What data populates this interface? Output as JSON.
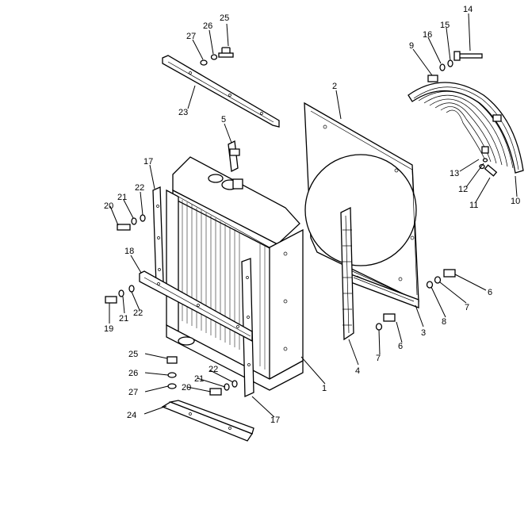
{
  "diagram": {
    "callouts": [
      {
        "id": "c1",
        "text": "1"
      },
      {
        "id": "c2",
        "text": "2"
      },
      {
        "id": "c3",
        "text": "3"
      },
      {
        "id": "c4",
        "text": "4"
      },
      {
        "id": "c5",
        "text": "5"
      },
      {
        "id": "c6a",
        "text": "6"
      },
      {
        "id": "c6b",
        "text": "6"
      },
      {
        "id": "c7a",
        "text": "7"
      },
      {
        "id": "c7b",
        "text": "7"
      },
      {
        "id": "c8",
        "text": "8"
      },
      {
        "id": "c9",
        "text": "9"
      },
      {
        "id": "c10",
        "text": "10"
      },
      {
        "id": "c11",
        "text": "11"
      },
      {
        "id": "c12",
        "text": "12"
      },
      {
        "id": "c13",
        "text": "13"
      },
      {
        "id": "c14",
        "text": "14"
      },
      {
        "id": "c15",
        "text": "15"
      },
      {
        "id": "c16",
        "text": "16"
      },
      {
        "id": "c17a",
        "text": "17"
      },
      {
        "id": "c17b",
        "text": "17"
      },
      {
        "id": "c18",
        "text": "18"
      },
      {
        "id": "c19",
        "text": "19"
      },
      {
        "id": "c20a",
        "text": "20"
      },
      {
        "id": "c20b",
        "text": "20"
      },
      {
        "id": "c21a",
        "text": "21"
      },
      {
        "id": "c21b",
        "text": "21"
      },
      {
        "id": "c21c",
        "text": "21"
      },
      {
        "id": "c22a",
        "text": "22"
      },
      {
        "id": "c22b",
        "text": "22"
      },
      {
        "id": "c22c",
        "text": "22"
      },
      {
        "id": "c23",
        "text": "23"
      },
      {
        "id": "c24",
        "text": "24"
      },
      {
        "id": "c25a",
        "text": "25"
      },
      {
        "id": "c25b",
        "text": "25"
      },
      {
        "id": "c26a",
        "text": "26"
      },
      {
        "id": "c26b",
        "text": "26"
      },
      {
        "id": "c27a",
        "text": "27"
      },
      {
        "id": "c27b",
        "text": "27"
      }
    ]
  }
}
